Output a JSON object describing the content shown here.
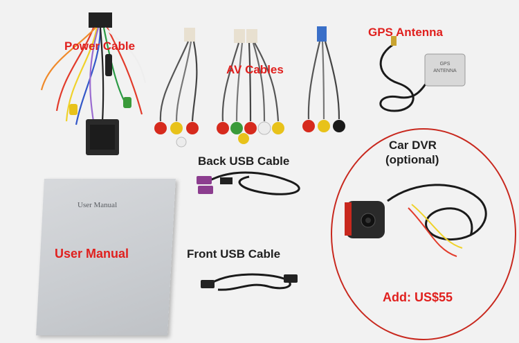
{
  "labels": {
    "power_cable": "Power Cable",
    "av_cables": "AV Cables",
    "gps_antenna": "GPS Antenna",
    "back_usb_cable": "Back USB Cable",
    "car_dvr": "Car DVR",
    "optional": "(optional)",
    "user_manual": "User Manual",
    "front_usb_cable": "Front USB Cable",
    "add_price": "Add: US$55"
  },
  "manual_cover_text": "User Manual",
  "gps_module_text": [
    "GPS",
    "ANTENNA"
  ],
  "colors": {
    "label_red": "#e0201e",
    "label_dark": "#1f1f1f",
    "background": "#f2f2f2",
    "cable_black": "#1a1a1a",
    "rca_red": "#d62a1d",
    "rca_yellow": "#e8c21a",
    "rca_white": "#ececec",
    "rca_green": "#3a9a3a",
    "connector_purple": "#8c3d8f"
  }
}
